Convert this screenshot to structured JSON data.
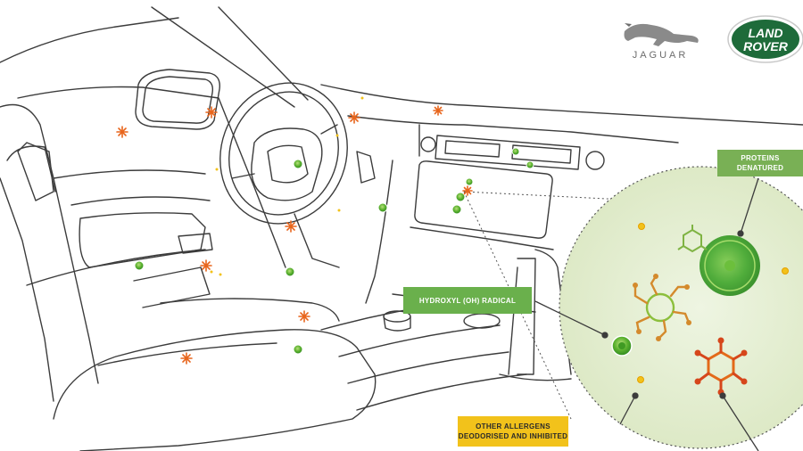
{
  "brands": {
    "jaguar_name": "JAGUAR",
    "landrover_line1": "LAND",
    "landrover_line2": "ROVER"
  },
  "labels": {
    "proteins_line1": "PROTEINS",
    "proteins_line2": "DENATURED",
    "hydroxyl": "HYDROXYL (OH) RADICAL",
    "allergens_line1": "OTHER ALLERGENS",
    "allergens_line2": "DEODORISED AND INHIBITED"
  },
  "colors": {
    "line": "#3c3c3c",
    "lightLine": "#8a8a8a",
    "green": "#6ab04c",
    "bubble": "#e4efd2",
    "orange": "#e8651c",
    "yellow": "#f2c21b",
    "landroverGreen": "#1e6b3a"
  },
  "icons": {
    "particles": "allergen-particle-icon",
    "radicals": "hydroxyl-radical-icon",
    "molecules": "molecule-icon"
  }
}
